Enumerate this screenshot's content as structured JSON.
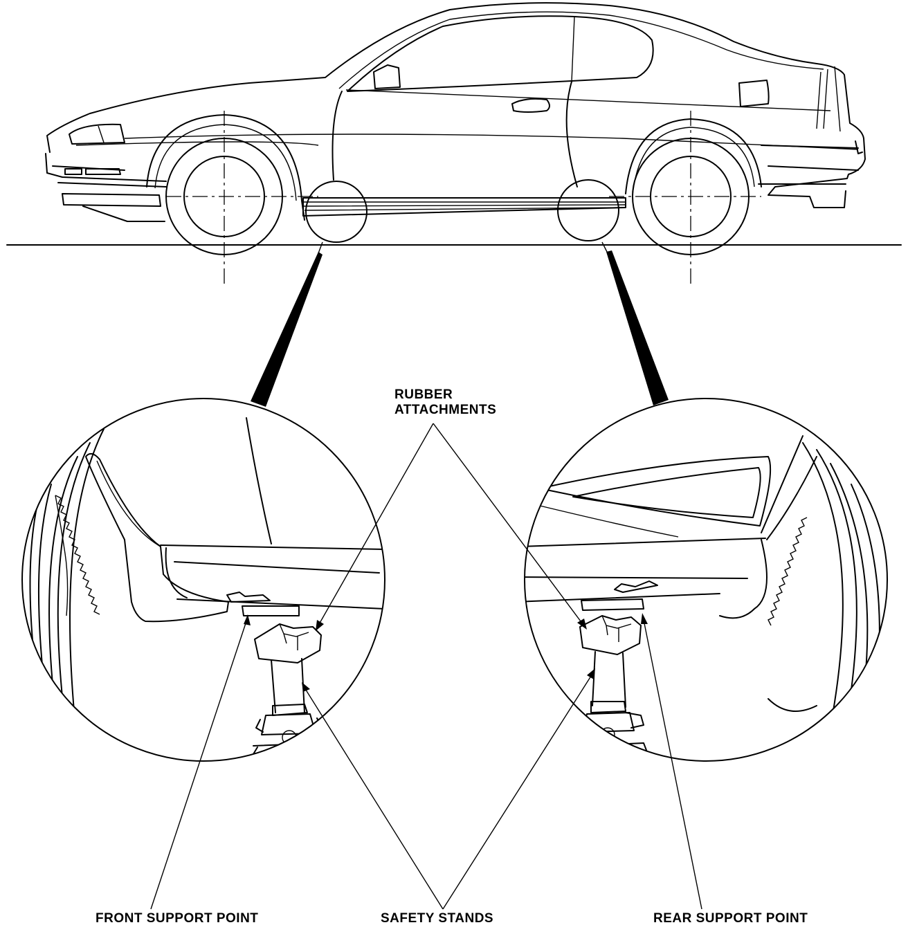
{
  "labels": {
    "rubber_attachments_line1": "RUBBER",
    "rubber_attachments_line2": "ATTACHMENTS",
    "front_support_point": "FRONT SUPPORT POINT",
    "safety_stands": "SAFETY STANDS",
    "rear_support_point": "REAR SUPPORT POINT"
  },
  "colors": {
    "ink": "#000000",
    "background": "#ffffff"
  }
}
